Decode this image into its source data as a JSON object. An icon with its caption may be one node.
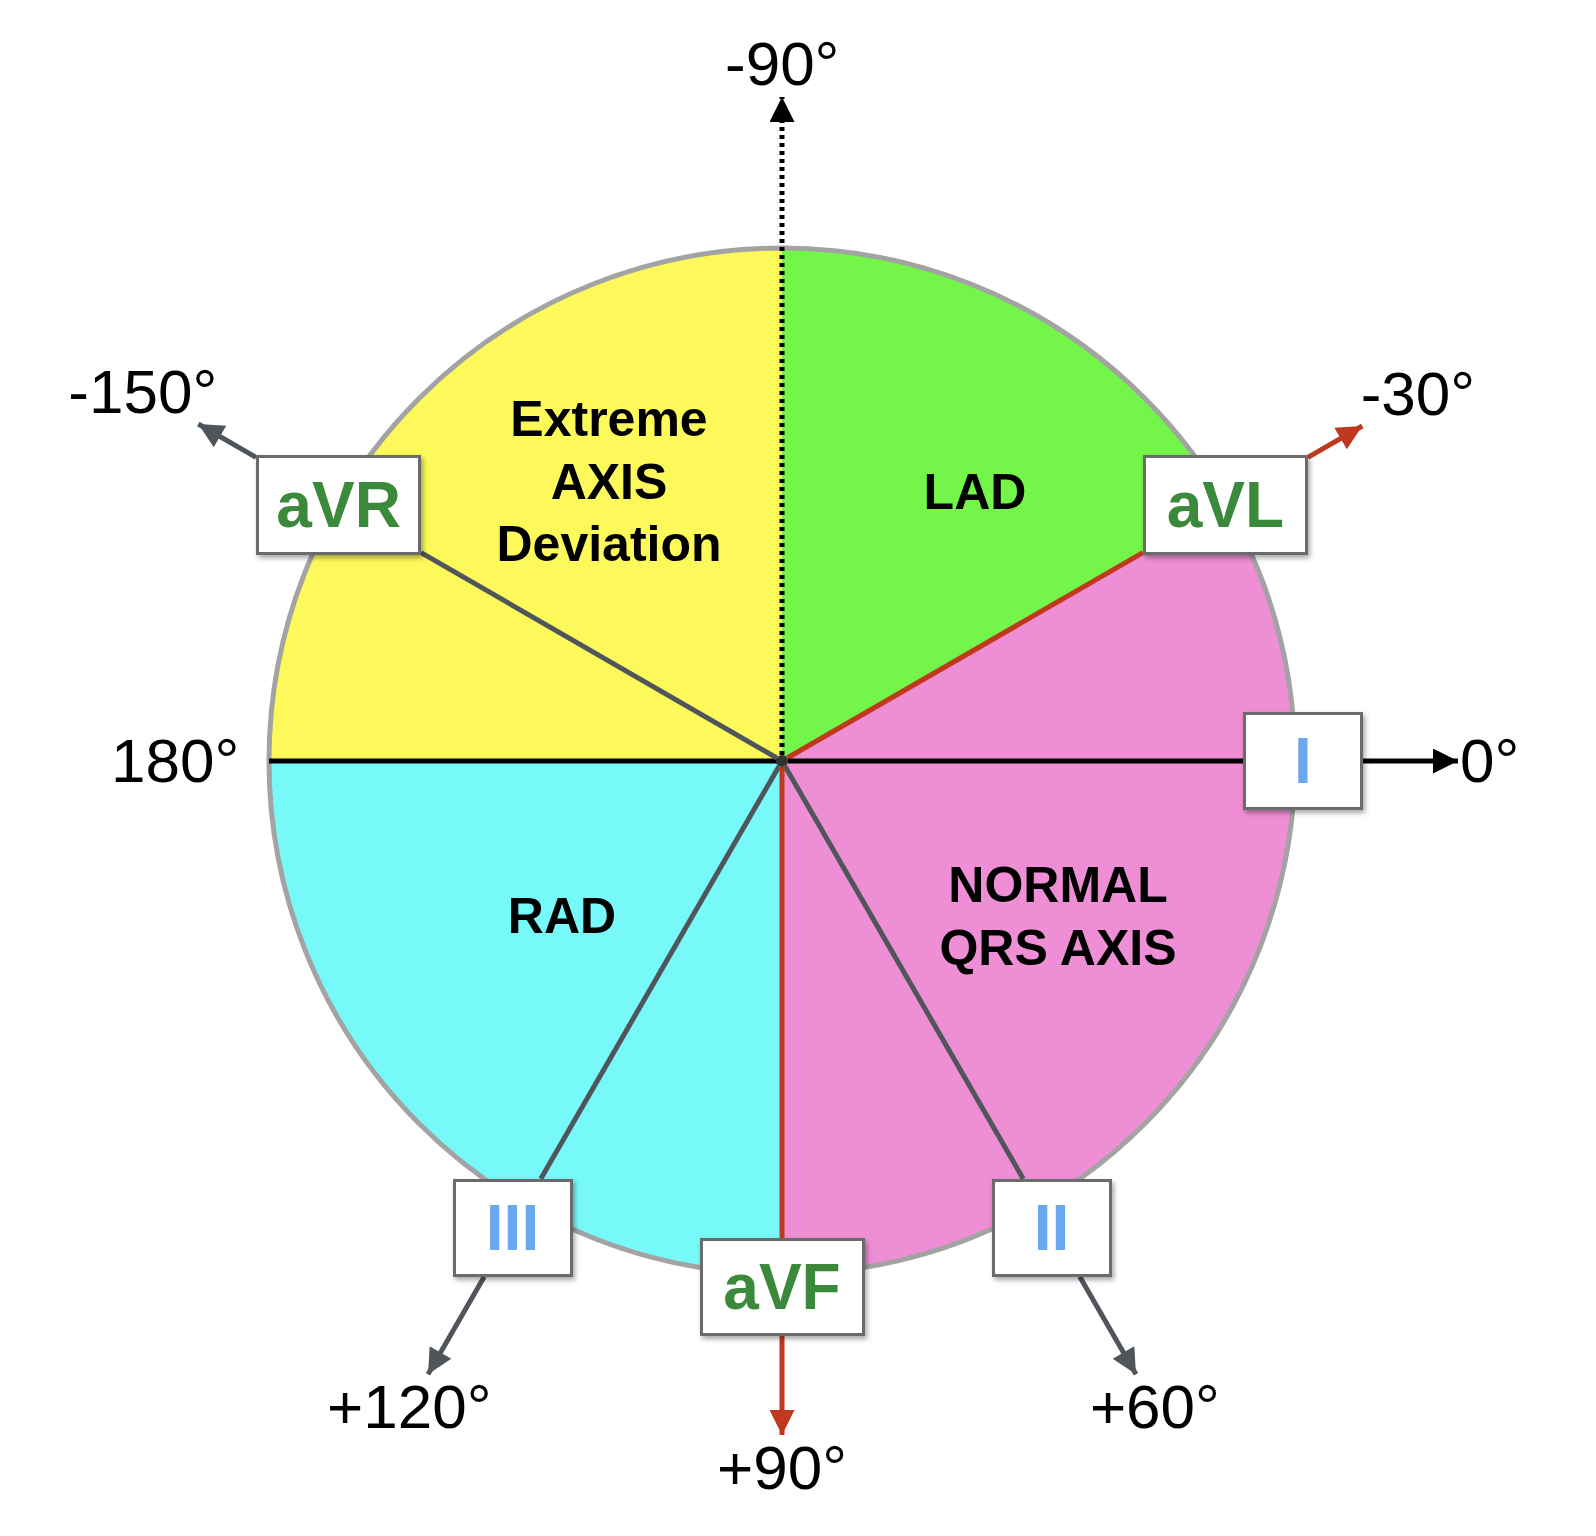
{
  "diagram": {
    "nodes": [
      {
        "text": [
          "-90°"
        ]
      },
      {
        "text": [
          "Extreme AXIS Deviation"
        ]
      },
      {
        "text": [
          "LAD"
        ]
      },
      {
        "text": [
          "-150°"
        ]
      },
      {
        "text": [
          "-30°"
        ]
      },
      {
        "text": [
          "aVR"
        ]
      },
      {
        "text": [
          "aVL"
        ]
      },
      {
        "text": [
          "I"
        ]
      },
      {
        "text": [
          "0°"
        ]
      },
      {
        "text": [
          "NORMAL QRS AXIS"
        ]
      },
      {
        "text": [
          "RAD"
        ]
      },
      {
        "text": [
          "III"
        ]
      },
      {
        "text": [
          "II"
        ]
      },
      {
        "text": [
          "aVF"
        ]
      },
      {
        "text": [
          "+120°"
        ]
      },
      {
        "text": [
          "+60°"
        ]
      },
      {
        "text": [
          "+90°"
        ]
      },
      {
        "text": [],
        "shape": "circle"
      }
    ],
    "edges": [
      {
        "from": 17,
        "to": 0,
        "arrow": "to",
        "style": "dashed",
        "color": "#000000"
      },
      {
        "from": 17,
        "to": 5,
        "arrow": "none"
      },
      {
        "from": 5,
        "to": 3,
        "arrow": "to"
      },
      {
        "from": 17,
        "to": 6,
        "arrow": "none",
        "color": "#c0391f"
      },
      {
        "from": 6,
        "to": 4,
        "arrow": "to",
        "color": "#c0391f"
      },
      {
        "from": 17,
        "to": 7,
        "arrow": "none",
        "color": "#000000"
      },
      {
        "from": 7,
        "to": 8,
        "arrow": "to",
        "color": "#000000"
      },
      {
        "from": 17,
        "to": 12,
        "arrow": "none"
      },
      {
        "from": 12,
        "to": 15,
        "arrow": "to"
      },
      {
        "from": 17,
        "to": 11,
        "arrow": "none"
      },
      {
        "from": 11,
        "to": 14,
        "arrow": "to"
      },
      {
        "from": 17,
        "to": 13,
        "arrow": "none",
        "color": "#c0391f"
      },
      {
        "from": 13,
        "to": 16,
        "arrow": "to",
        "color": "#c0391f"
      }
    ],
    "labels": [
      "180°"
    ]
  }
}
